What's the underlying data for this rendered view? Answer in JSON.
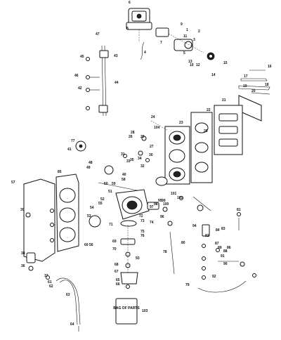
{
  "callouts": [
    "1",
    "2",
    "3",
    "4",
    "5",
    "6",
    "7",
    "8",
    "9",
    "10",
    "11",
    "12",
    "13",
    "14",
    "15",
    "16",
    "17",
    "18",
    "19",
    "20",
    "21",
    "22",
    "23",
    "24",
    "25",
    "26",
    "27",
    "28",
    "29",
    "30",
    "31",
    "32",
    "33",
    "34",
    "35",
    "36",
    "37",
    "38",
    "39",
    "40",
    "41",
    "42",
    "43",
    "44",
    "45",
    "46",
    "47",
    "48",
    "49",
    "50",
    "51",
    "52",
    "53",
    "54",
    "55",
    "56",
    "57",
    "58",
    "59",
    "60",
    "61",
    "62",
    "63",
    "64",
    "65",
    "66",
    "67",
    "68",
    "69",
    "70",
    "71",
    "72",
    "73",
    "74",
    "75",
    "76",
    "77",
    "78",
    "79",
    "80",
    "81",
    "82",
    "83",
    "84",
    "85",
    "86",
    "87",
    "88",
    "89",
    "90",
    "91",
    "92",
    "93",
    "94",
    "95",
    "96",
    "97",
    "98",
    "99",
    "100",
    "101",
    "102",
    "103",
    "104"
  ],
  "label_text": {
    "parts_bag": "BAG OF PARTS"
  }
}
